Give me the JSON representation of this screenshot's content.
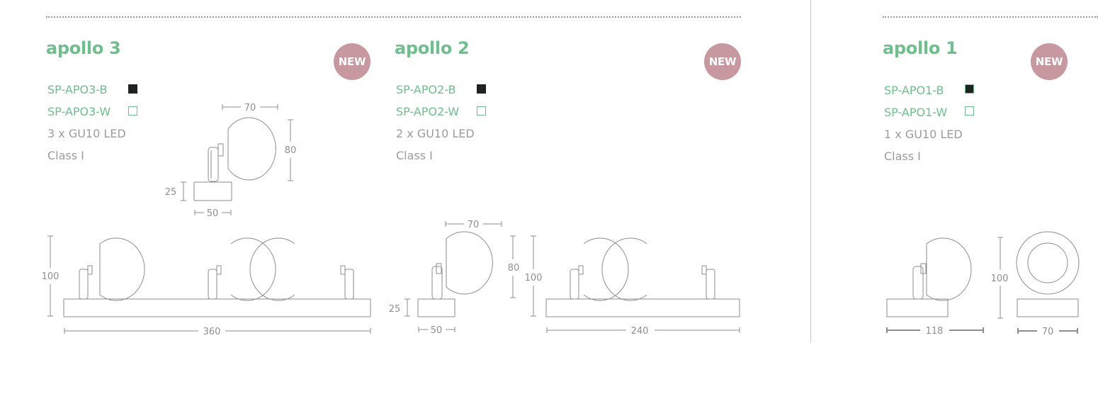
{
  "badge_label": "NEW",
  "colors": {
    "accent": "#6dbf8c",
    "badge": "#c7989f",
    "text_grey": "#9c9c9c",
    "swatch_black": "#1d2320"
  },
  "products": [
    {
      "name": "apollo 3",
      "variants": [
        {
          "code": "SP-APO3-B",
          "finish": "black"
        },
        {
          "code": "SP-APO3-W",
          "finish": "white"
        }
      ],
      "lamp": "3 x GU10 LED",
      "class": "Class I",
      "dimensions": {
        "head_width": "70",
        "head_height": "80",
        "base_height": "25",
        "base_width": "50",
        "total_height": "100",
        "total_length": "360"
      }
    },
    {
      "name": "apollo 2",
      "variants": [
        {
          "code": "SP-APO2-B",
          "finish": "black"
        },
        {
          "code": "SP-APO2-W",
          "finish": "white"
        }
      ],
      "lamp": "2 x GU10 LED",
      "class": "Class I",
      "dimensions": {
        "head_width": "70",
        "head_height": "80",
        "total_height": "100",
        "base_height": "25",
        "base_width": "50",
        "total_length": "240"
      }
    },
    {
      "name": "apollo 1",
      "variants": [
        {
          "code": "SP-APO1-B",
          "finish": "black"
        },
        {
          "code": "SP-APO1-W",
          "finish": "white"
        }
      ],
      "lamp": "1 x GU10 LED",
      "class": "Class I",
      "dimensions": {
        "height": "100",
        "depth": "118",
        "width": "70"
      }
    }
  ]
}
